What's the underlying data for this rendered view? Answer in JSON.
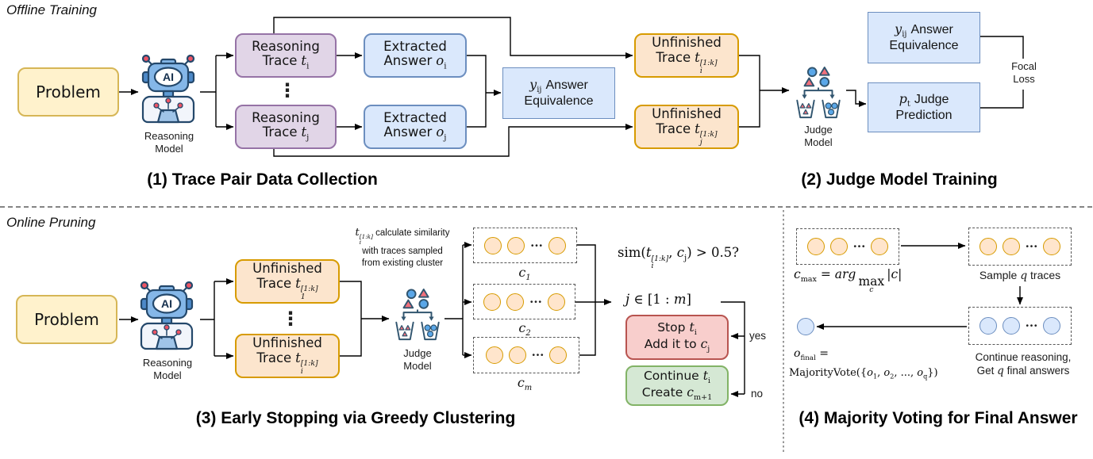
{
  "offline": {
    "label": "Offline Training"
  },
  "online": {
    "label": "Online Pruning"
  },
  "captions": {
    "s1": "(1) Trace Pair Data Collection",
    "s2": "(2) Judge Model Training",
    "s3": "(3) Early Stopping via Greedy Clustering",
    "s4": "(4) Majority Voting for Final Answer"
  },
  "problem": {
    "label": "Problem"
  },
  "reasoning_model": {
    "line1": "Reasoning",
    "line2": "Model"
  },
  "judge_model": {
    "line1": "Judge",
    "line2": "Model"
  },
  "robot": {
    "ai": "AI"
  },
  "dots_v": "⋮",
  "dots_h": "···",
  "colors": {
    "purple": "#E1D5E7",
    "blue": "#DAE8FC",
    "orange": "#FCE5CD",
    "yellow": "#FFF2CC",
    "red": "#F8CECC",
    "green": "#D5E8D4",
    "orange_border": "#D79B00",
    "blue_border": "#6C8EBF"
  },
  "s1": {
    "trace_i": {
      "line1": "Reasoning",
      "line2": "Trace",
      "var": "t",
      "sub": "i"
    },
    "trace_j": {
      "line1": "Reasoning",
      "line2": "Trace",
      "var": "t",
      "sub": "j"
    },
    "answer_i": {
      "line1": "Extracted",
      "line2": "Answer",
      "var": "o",
      "sub": "i"
    },
    "answer_j": {
      "line1": "Extracted",
      "line2": "Answer",
      "var": "o",
      "sub": "j"
    },
    "equiv": {
      "var": "y",
      "sub": "ij",
      "word1": "Answer",
      "word2": "Equivalence"
    },
    "unfinished_i": {
      "line1": "Unfinished",
      "line2": "Trace",
      "var": "t",
      "sub": "i",
      "sup": "[1:k]"
    },
    "unfinished_j": {
      "line1": "Unfinished",
      "line2": "Trace",
      "var": "t",
      "sub": "j",
      "sup": "[1:k]"
    }
  },
  "s2": {
    "pred": {
      "var": "p",
      "sub": "t",
      "word1": "Judge",
      "word2": "Prediction"
    },
    "focal": {
      "line1": "Focal",
      "line2": "Loss"
    }
  },
  "s3": {
    "unfinished_1": {
      "line1": "Unfinished",
      "line2": "Trace",
      "var": "t",
      "sub": "1",
      "sup": "[1:k]"
    },
    "unfinished_i": {
      "line1": "Unfinished",
      "line2": "Trace",
      "var": "t",
      "sub": "i",
      "sup": "[1:k]"
    },
    "note": {
      "var": "t",
      "sub": "i",
      "sup": "[1:k]",
      "line1": "calculate similarity",
      "line2": "with traces sampled",
      "line3": "from existing cluster"
    },
    "clusters": [
      {
        "var": "c",
        "sub": "1"
      },
      {
        "var": "c",
        "sub": "2"
      },
      {
        "var": "c",
        "sub": "m"
      }
    ],
    "sim": {
      "pre": "sim(",
      "t": "t",
      "t_sup": "[1:k]",
      "t_sub": "i",
      "mid": ", ",
      "c": "c",
      "c_sub": "j",
      "post": ") > 0.5?"
    },
    "range": {
      "var": "j",
      "mid": " ∈ [1 : ",
      "var2": "m",
      "close": "]"
    },
    "stop": {
      "word1": "Stop",
      "var1": "t",
      "sub1": "i",
      "word2": "Add it to",
      "var2": "c",
      "sub2": "j"
    },
    "cont": {
      "word1": "Continue",
      "var1": "t",
      "sub1": "i",
      "word2": "Create",
      "var2": "c",
      "sub2": "m+1"
    },
    "yes": "yes",
    "no": "no"
  },
  "s4": {
    "cmax": {
      "c": "c",
      "sub": "max",
      "eq": " = ",
      "arg": "arg",
      "max": "max",
      "maxsub": "c",
      "abs": "|c|"
    },
    "sample": {
      "pre": "Sample",
      "q": "q",
      "post": "traces"
    },
    "cont": {
      "line1": "Continue reasoning,",
      "line2a": "Get",
      "q": "q",
      "line2b": "final answers"
    },
    "ofinal": {
      "o": "o",
      "sub": "final",
      "eq": " ="
    },
    "mv": {
      "fn": "MajorityVote({",
      "o1": "o",
      "s1": "1",
      "c1": ", ",
      "o2": "o",
      "s2": "2",
      "c2": ", ..., ",
      "oq": "o",
      "sq": "q",
      "close": "})"
    }
  }
}
